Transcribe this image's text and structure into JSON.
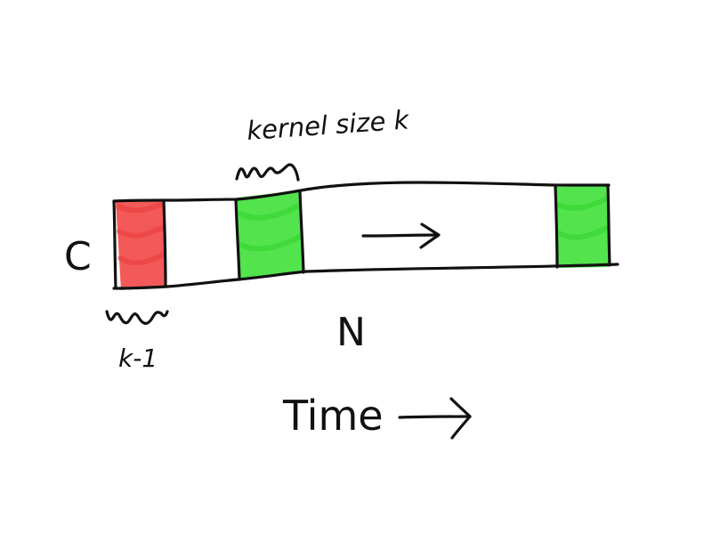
{
  "labels": {
    "kernel_size": "kernel size k",
    "channels": "C",
    "length": "N",
    "padding": "k-1",
    "time": "Time"
  },
  "colors": {
    "ink": "#111111",
    "padding_fill": "#f24b4b",
    "kernel_fill": "#3fe03a",
    "background": "#ffffff"
  }
}
